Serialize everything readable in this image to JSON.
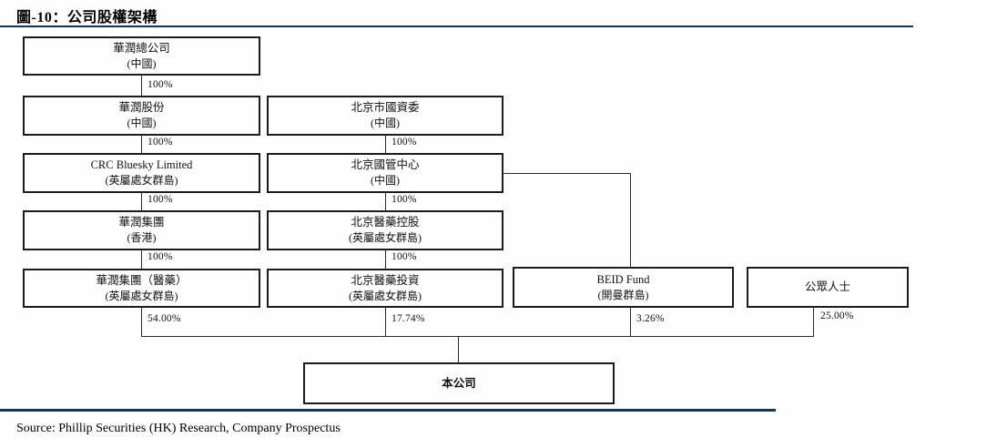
{
  "header": {
    "title": "圖-10：公司股權架構"
  },
  "footer": {
    "source": "Source: Phillip Securities (HK) Research, Company Prospectus"
  },
  "colors": {
    "rule_navy": "#12384d",
    "box_border": "#1c1c1c"
  },
  "diagram": {
    "nodes": {
      "crc_parent": {
        "name": "華潤總公司",
        "location": "(中國)"
      },
      "crc_shares": {
        "name": "華潤股份",
        "location": "(中國)"
      },
      "crc_bluesky": {
        "name": "CRC Bluesky Limited",
        "location": "(英屬處女群島)"
      },
      "crc_group": {
        "name": "華潤集團",
        "location": "(香港)"
      },
      "crc_group_pharma": {
        "name": "華潤集團（醫藥）",
        "location": "(英屬處女群島)"
      },
      "bj_sasac": {
        "name": "北京市國資委",
        "location": "(中國)"
      },
      "bj_sdic_center": {
        "name": "北京國管中心",
        "location": "(中國)"
      },
      "bj_pharma_holding": {
        "name": "北京醫藥控股",
        "location": "(英屬處女群島)"
      },
      "bj_pharma_invest": {
        "name": "北京醫藥投資",
        "location": "(英屬處女群島)"
      },
      "beid_fund": {
        "name": "BEID Fund",
        "location": "(開曼群島)"
      },
      "public_holders": {
        "name": "公眾人士"
      },
      "the_company": {
        "name": "本公司"
      }
    },
    "percentages": {
      "crc_parent_to_shares": "100%",
      "crc_shares_to_bluesky": "100%",
      "crc_bluesky_to_group": "100%",
      "crc_group_to_pharma": "100%",
      "crc_pharma_to_company": "54.00%",
      "bj_sasac_to_sdic": "100%",
      "bj_sdic_to_holding": "100%",
      "bj_holding_to_invest": "100%",
      "bj_invest_to_company": "17.74%",
      "beid_to_company": "3.26%",
      "public_to_company": "25.00%"
    }
  }
}
